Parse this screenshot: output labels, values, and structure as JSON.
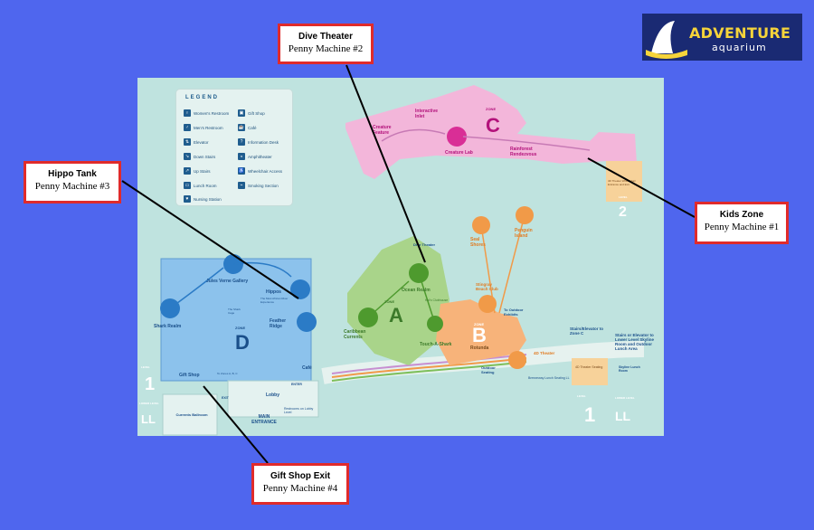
{
  "logo": {
    "line1": "ADVENTURE",
    "line2": "aquarium"
  },
  "callouts": [
    {
      "title": "Dive Theater",
      "subtitle": "Penny Machine #2"
    },
    {
      "title": "Hippo Tank",
      "subtitle": "Penny Machine #3"
    },
    {
      "title": "Kids Zone",
      "subtitle": "Penny Machine #1"
    },
    {
      "title": "Gift Shop Exit",
      "subtitle": "Penny Machine #4"
    }
  ],
  "legend": {
    "title": "LEGEND",
    "items": [
      "Women's Restroom",
      "Men's Restroom",
      "Elevator",
      "Down Stairs",
      "Up Stairs",
      "Lunch Room",
      "Nursing Station",
      "Gift Shop",
      "Café",
      "Information Desk",
      "Amphitheater",
      "Wheelchair Access",
      "Smoking Section"
    ]
  },
  "zones": {
    "a": {
      "zone": "ZONE",
      "letter": "A"
    },
    "b": {
      "zone": "ZONE",
      "letter": "B"
    },
    "c": {
      "zone": "ZONE",
      "letter": "C"
    },
    "d": {
      "zone": "ZONE",
      "letter": "D"
    }
  },
  "map_labels": {
    "creature_feature": "Creature Feature",
    "interactive_inlet": "Interactive Inlet",
    "creature_lab": "Creature Lab",
    "rainforest": "Rainforest Rendezvous",
    "theater_4d_top": "4D Theater Wheelchair Entrance and Exit",
    "level": "LEVEL",
    "level2": "2",
    "dive_theater": "Dive Theater",
    "ocean_realm": "Ocean Realm",
    "seals": "Seal Shores",
    "penguin": "Penguin Island",
    "stingray": "Stingray Beach Club",
    "to_outdoor": "To Outdoor Exhibits",
    "caribbean": "Caribbean Currents",
    "touch_a_shark": "Touch-A-Shark",
    "rotunda": "Rotunda",
    "theater_4d": "4D Theater",
    "outdoor_seating": "Outdoor Seating",
    "breezeway": "Breezeway Lunch Seating LL",
    "theater_4d_seating": "4D Theater Seating",
    "stairs_zone_c": "Stairs/Elevator to Zone C",
    "stairs_lower": "Stairs or Elevator to Lower Level Skyline Room and Outdoor Lunch Area",
    "skyline": "Skyline Lunch Room",
    "level1": "1",
    "lower": "LOWER LEVEL",
    "ll": "LL",
    "jules_verne": "Jules Verne Gallery",
    "hippos": "Hippos",
    "hippos_sub": "The Most African River Experience",
    "shark_realm": "Shark Realm",
    "shark_cage": "The Shark Cage",
    "feather_ridge": "Feather Ridge",
    "gift_shop": "Gift Shop",
    "to_zones": "To Zones A, B, C",
    "cafe": "Café",
    "lobby": "Lobby",
    "main_entrance": "MAIN ENTRANCE",
    "restrooms": "Restrooms on Lobby Level",
    "enter": "ENTER",
    "exit": "EXIT",
    "currents_ballroom": "Currents Ballroom",
    "kids": "Kid's Clubhouse"
  },
  "colors": {
    "background": "#4f66ee",
    "map": "#bfe3df",
    "zone_a": "#a9d48a",
    "zone_b": "#f7b37a",
    "zone_c": "#f3b6da",
    "zone_d": "#8cc2ec",
    "callout_border": "#e02b2b"
  }
}
